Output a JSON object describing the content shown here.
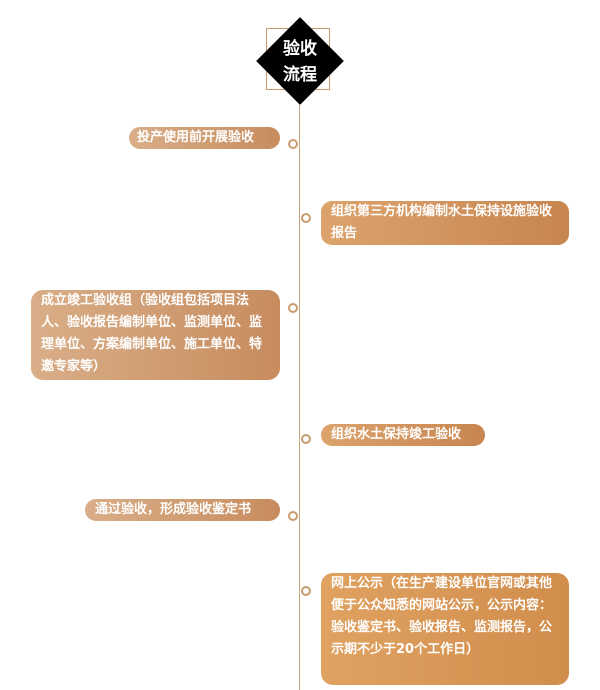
{
  "title": {
    "line1": "验收",
    "line2": "流程"
  },
  "steps": [
    {
      "text": "投产使用前开展验收"
    },
    {
      "text": "组织第三方机构编制水土保持设施验收报告"
    },
    {
      "text": "成立竣工验收组（验收组包括项目法人、验收报告编制单位、监测单位、监理单位、方案编制单位、施工单位、特邀专家等）"
    },
    {
      "text": "组织水土保持竣工验收"
    },
    {
      "text": "通过验收，形成验收鉴定书"
    },
    {
      "text": "网上公示（在生产建设单位官网或其他便于公众知悉的网站公示，公示内容：验收鉴定书、验收报告、监测报告，公示期不少于20个工作日）"
    }
  ]
}
